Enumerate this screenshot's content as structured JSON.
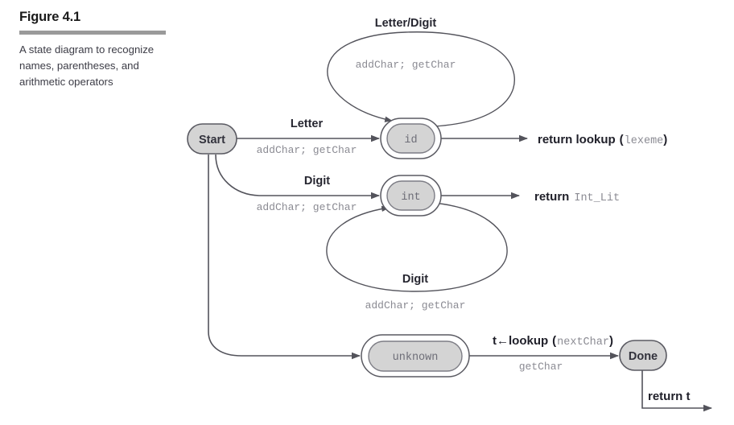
{
  "figure": {
    "number": "Figure 4.1",
    "caption": "A state diagram to recognize names, parentheses, and arithmetic operators"
  },
  "colors": {
    "node_fill": "#d4d4d4",
    "stroke": "#53535b",
    "mono_text": "#8b8b93",
    "bold_text": "#262630",
    "rule": "#9a9a9a"
  },
  "diagram": {
    "type": "state-diagram",
    "nodes": [
      {
        "id": "start",
        "label": "Start",
        "shape": "rounded-rect",
        "font": "sans-bold"
      },
      {
        "id": "id",
        "label": "id",
        "shape": "double-rounded-rect",
        "font": "mono"
      },
      {
        "id": "int",
        "label": "int",
        "shape": "double-rounded-rect",
        "font": "mono"
      },
      {
        "id": "unknown",
        "label": "unknown",
        "shape": "double-rounded-rect",
        "font": "mono"
      },
      {
        "id": "done",
        "label": "Done",
        "shape": "rounded-rect",
        "font": "sans-bold"
      }
    ],
    "transitions": [
      {
        "from": "start",
        "to": "id",
        "condition": "Letter",
        "action": "addChar; getChar"
      },
      {
        "from": "start",
        "to": "int",
        "condition": "Digit",
        "action": "addChar; getChar"
      },
      {
        "from": "start",
        "to": "unknown",
        "condition": "",
        "action": ""
      },
      {
        "from": "id",
        "to": "id",
        "condition": "Letter/Digit",
        "action": "addChar; getChar"
      },
      {
        "from": "int",
        "to": "int",
        "condition": "Digit",
        "action": "addChar; getChar"
      },
      {
        "from": "unknown",
        "to": "done",
        "condition": "t←lookup (nextChar)",
        "action": "getChar"
      }
    ],
    "outputs": [
      {
        "from": "id",
        "text_bold": "return lookup",
        "paren_open": "(",
        "text_mono": "lexeme",
        "paren_close": ")"
      },
      {
        "from": "int",
        "text_bold": "return",
        "text_mono": "Int_Lit"
      },
      {
        "from": "done",
        "text_bold": "return t"
      }
    ],
    "labels": {
      "letter_digit": "Letter/Digit",
      "letter": "Letter",
      "digit_top": "Digit",
      "digit_loop": "Digit",
      "addchar_getchar": "addChar; getChar",
      "getchar": "getChar",
      "t_lookup_bold": "t←lookup",
      "t_lookup_paren_open": "(",
      "t_lookup_mono": "nextChar",
      "t_lookup_paren_close": ")",
      "return_lookup": "return lookup",
      "lexeme_open": "(",
      "lexeme": "lexeme",
      "lexeme_close": ")",
      "return_plain": "return",
      "int_lit": "Int_Lit",
      "return_t": "return t",
      "node_start": "Start",
      "node_id": "id",
      "node_int": "int",
      "node_unknown": "unknown",
      "node_done": "Done"
    }
  }
}
